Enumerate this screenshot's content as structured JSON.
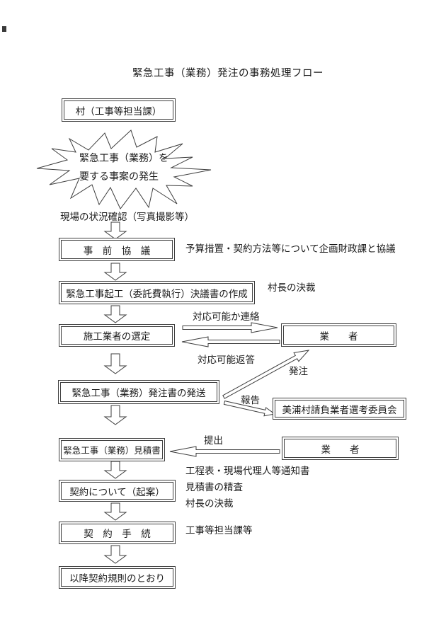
{
  "page": {
    "title": "緊急工事（業務）発注の事務処理フロー"
  },
  "nodes": {
    "village": "村（工事等担当課）",
    "burst_line1": "緊急工事（業務）を",
    "burst_line2": "要する事案の発生",
    "site_check": "現場の状況確認（写真撮影等）",
    "prior_consult": "事　前　協　議",
    "decision_doc": "緊急工事起工（委託費執行）決議書の作成",
    "select_contractor": "施工業者の選定",
    "contractor1": "業　　者",
    "order_send": "緊急工事（業務）発注書の発送",
    "committee": "美浦村請負業者選考委員会",
    "estimate": "緊急工事（業務）見積書",
    "contractor2": "業　　者",
    "contract_draft": "契約について（起案）",
    "contract_proc": "契　約　手　続",
    "after_rules": "以降契約規則のとおり"
  },
  "annotations": {
    "consult_note": "予算措置・契約方法等について企画財政課と協議",
    "mayor_approval1": "村長の決裁",
    "contact_label": "対応可能か連絡",
    "reply_label": "対応可能返答",
    "order_label": "発注",
    "report_label": "報告",
    "submit_label": "提出",
    "schedule_note": "工程表・現場代理人等通知書",
    "estimate_review": "見積書の精査",
    "mayor_approval2": "村長の決裁",
    "dept_note": "工事等担当課等"
  },
  "colors": {
    "line": "#3d3d3d",
    "background": "#ffffff",
    "text": "#1a1a1a"
  }
}
